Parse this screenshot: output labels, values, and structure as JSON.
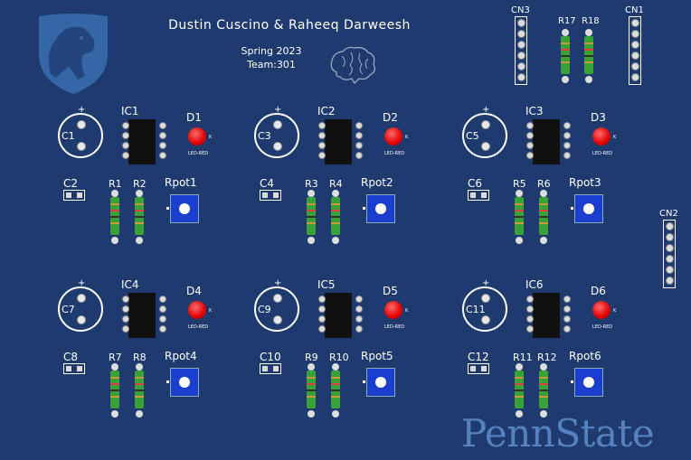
{
  "title": "Dustin Cuscino & Raheeq Darweesh",
  "semester": "Spring 2023",
  "team": "Team:301",
  "wordmark": "PennState",
  "colors": {
    "board": "#1e3a6e",
    "silkscreen": "#ffffff",
    "led": "#e00000",
    "potentiometer": "#1a3fcf",
    "resistor": "#38a238",
    "wordmark": "#5582bf"
  },
  "icons": [
    "penn-state-shield-logo",
    "brain-icon"
  ],
  "led_label": "LED-RED",
  "led_cathode": "K",
  "cap_polarity": "+",
  "channels": [
    {
      "cap": "C1",
      "ic": "IC1",
      "led": "D1",
      "smd_cap": "C2",
      "res_a": "R1",
      "res_b": "R2",
      "pot": "Rpot1"
    },
    {
      "cap": "C3",
      "ic": "IC2",
      "led": "D2",
      "smd_cap": "C4",
      "res_a": "R3",
      "res_b": "R4",
      "pot": "Rpot2"
    },
    {
      "cap": "C5",
      "ic": "IC3",
      "led": "D3",
      "smd_cap": "C6",
      "res_a": "R5",
      "res_b": "R6",
      "pot": "Rpot3"
    },
    {
      "cap": "C7",
      "ic": "IC4",
      "led": "D4",
      "smd_cap": "C8",
      "res_a": "R7",
      "res_b": "R8",
      "pot": "Rpot4"
    },
    {
      "cap": "C9",
      "ic": "IC5",
      "led": "D5",
      "smd_cap": "C10",
      "res_a": "R9",
      "res_b": "R10",
      "pot": "Rpot5"
    },
    {
      "cap": "C11",
      "ic": "IC6",
      "led": "D6",
      "smd_cap": "C12",
      "res_a": "R11",
      "res_b": "R12",
      "pot": "Rpot6"
    }
  ],
  "connectors": [
    {
      "label": "CN3",
      "pins": 6
    },
    {
      "label": "CN1",
      "pins": 6
    },
    {
      "label": "CN2",
      "pins": 6
    }
  ],
  "top_resistors": [
    "R17",
    "R18"
  ]
}
